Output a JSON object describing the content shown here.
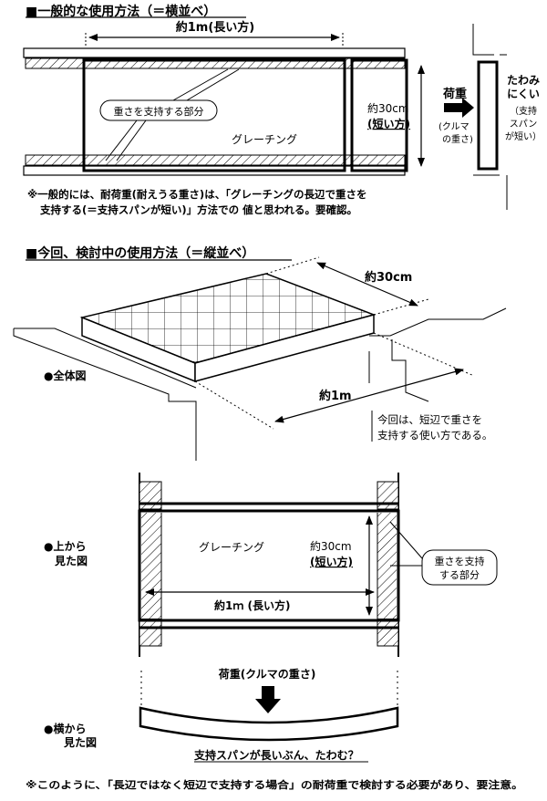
{
  "section1": {
    "title": "■一般的な使用方法（＝横並べ）",
    "length_label": "約1m(長い方)",
    "support_label": "重さを支持する部分",
    "grating_label": "グレーチング",
    "short_label_1": "約30cm",
    "short_label_2": "(短い方)",
    "load_label": "荷重",
    "load_sub_1": "(クルマ",
    "load_sub_2": "の重さ)",
    "bend_1": "たわみ",
    "bend_2": "にくい",
    "bend_sub_1": "（支持",
    "bend_sub_2": "スパン",
    "bend_sub_3": "が短い）",
    "note_1": "※一般的には、耐荷重(耐えうる重さ)は、「グレーチングの長辺で重さを",
    "note_2": "支持する(＝支持スパンが短い)」方法での 値と思われる。要確認。"
  },
  "section2": {
    "title": "■今回、検討中の使用方法（＝縦並べ）",
    "width_label": "約30cm",
    "length_label": "約1m",
    "overview_label": "●全体図",
    "note_1": "今回は、短辺で重さを",
    "note_2": "支持する使い方である。"
  },
  "section3": {
    "top_view_1": "●上から",
    "top_view_2": "見た図",
    "grating_label": "グレーチング",
    "short_label_1": "約30cm",
    "short_label_2": "(短い方)",
    "long_label": "約1ｍ (長い方)",
    "support_1": "重さを支持",
    "support_2": "する部分"
  },
  "section4": {
    "load_label": "荷重(クルマの重さ)",
    "side_view_1": "●横から",
    "side_view_2": "見た図",
    "question": "支持スパンが長いぶん、たわむ？"
  },
  "footer": {
    "note": "※このように、「長辺ではなく短辺で支持する場合」の耐荷重で検討する必要があり、要注意。"
  }
}
